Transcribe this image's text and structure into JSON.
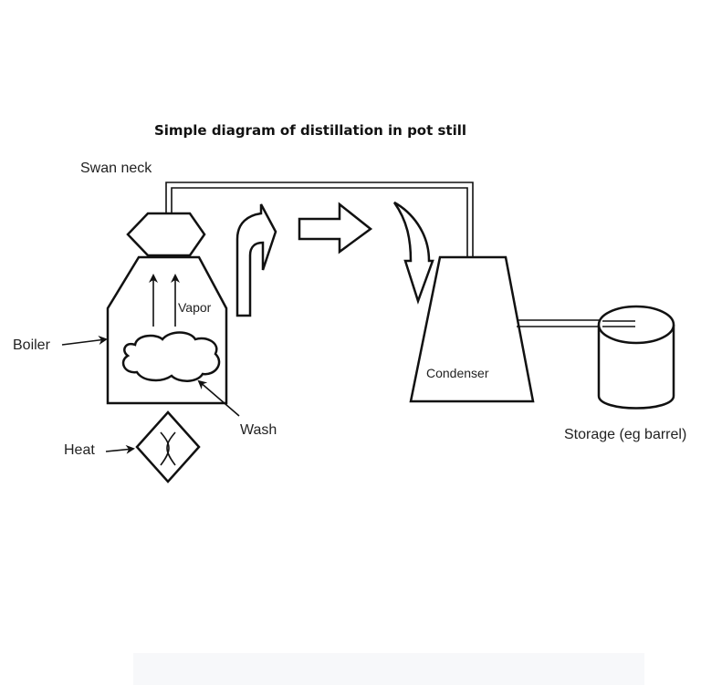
{
  "diagram": {
    "title": "Simple diagram of distillation in pot still",
    "labels": {
      "swan_neck": "Swan neck",
      "vapor": "Vapor",
      "boiler": "Boiler",
      "wash": "Wash",
      "heat": "Heat",
      "condenser": "Condenser",
      "storage": "Storage (eg barrel)"
    },
    "colors": {
      "line": "#111111",
      "background": "#ffffff"
    }
  }
}
